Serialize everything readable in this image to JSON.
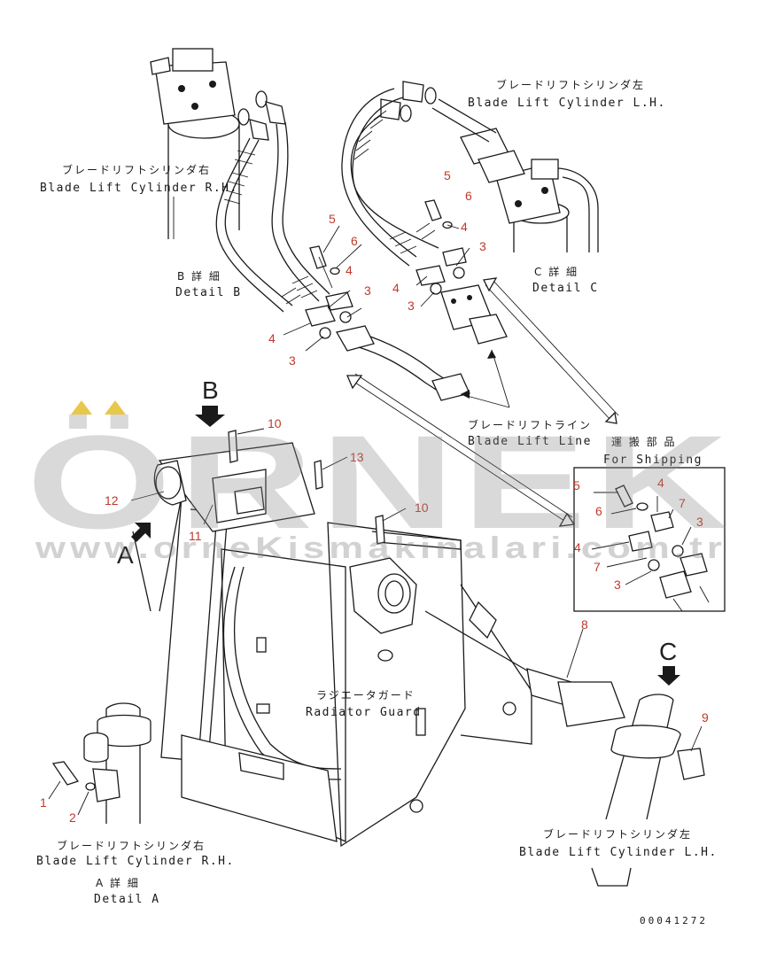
{
  "watermark": {
    "brand": "ÖRNEK",
    "url": "www.orneKismakinalari.com.tr",
    "accent_color": "#e8c84a"
  },
  "detail_b": {
    "jp_title": "ブレードリフトシリンダ右",
    "en_title": "Blade Lift Cylinder R.H.",
    "jp_detail": "B 詳 細",
    "en_detail": "Detail B",
    "callouts": [
      "5",
      "6",
      "4",
      "3",
      "4",
      "3"
    ]
  },
  "detail_c": {
    "jp_title": "ブレードリフトシリンダ左",
    "en_title": "Blade Lift Cylinder L.H.",
    "jp_detail": "C 詳 細",
    "en_detail": "Detail C",
    "callouts": [
      "5",
      "6",
      "4",
      "3",
      "4",
      "3"
    ]
  },
  "blade_lift_line": {
    "jp": "ブレードリフトライン",
    "en": "Blade Lift Line"
  },
  "for_shipping": {
    "jp": "運 搬 部 品",
    "en": "For Shipping",
    "callouts": [
      "5",
      "4",
      "6",
      "7",
      "3",
      "4",
      "7",
      "3"
    ]
  },
  "main_view": {
    "view_b": "B",
    "view_a": "A",
    "view_c": "C",
    "callouts": [
      "10",
      "13",
      "12",
      "11",
      "10",
      "8",
      "9"
    ],
    "radiator_jp": "ラジエータガード",
    "radiator_en": "Radiator Guard"
  },
  "detail_a": {
    "jp_title": "ブレードリフトシリンダ右",
    "en_title": "Blade Lift Cylinder R.H.",
    "jp_detail": "A 詳 細",
    "en_detail": "Detail A",
    "callouts": [
      "1",
      "2"
    ]
  },
  "bottom_right": {
    "jp_title": "ブレードリフトシリンダ左",
    "en_title": "Blade Lift Cylinder L.H."
  },
  "drawing_code": "00041272"
}
